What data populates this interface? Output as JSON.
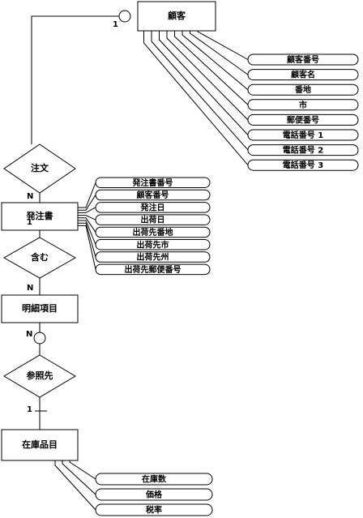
{
  "entities": {
    "customer": "顧客",
    "order_form": "発注書",
    "line_item": "明細項目",
    "stock_item": "在庫品目"
  },
  "relationships": {
    "order": "注文",
    "contains": "含む",
    "references": "参照先"
  },
  "customer_attributes": [
    "顧客番号",
    "顧客名",
    "番地",
    "市",
    "郵便番号",
    "電話番号 1",
    "電話番号 2",
    "電話番号 3"
  ],
  "order_form_attributes": [
    "発注書番号",
    "顧客番号",
    "発注日",
    "出荷日",
    "出荷先番地",
    "出荷先市",
    "出荷先州",
    "出荷先郵便番号"
  ],
  "stock_item_attributes": [
    "在庫数",
    "価格",
    "税率"
  ],
  "cardinalities": {
    "customer_order": "1",
    "order_orderform": "N",
    "orderform_contains": "1",
    "contains_lineitem": "N",
    "lineitem_references": "N",
    "references_stockitem": "1"
  }
}
